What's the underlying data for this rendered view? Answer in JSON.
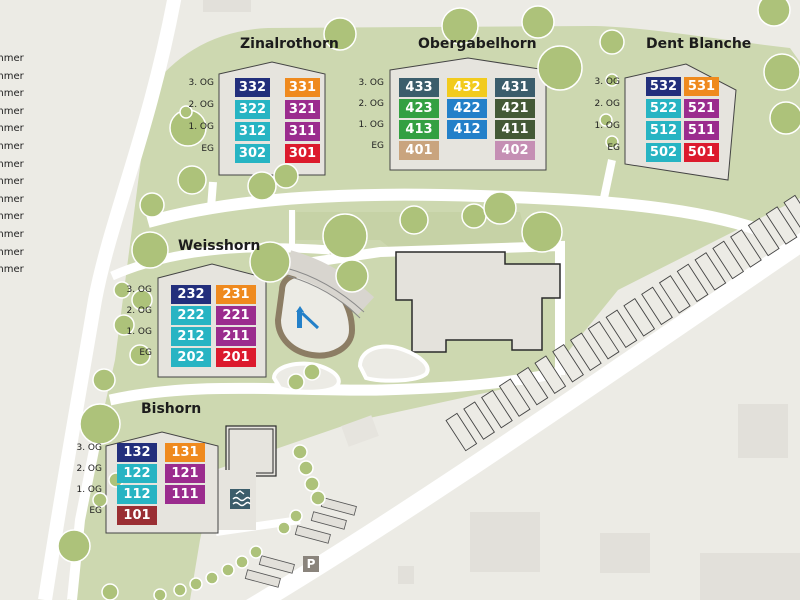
{
  "colors": {
    "meadow": "#cdd8b0",
    "path": "#ffffff",
    "building": "#e6e4de",
    "tree": "#adc27a",
    "slate": "#3b5d6b",
    "navy": "#232f7c",
    "orange": "#ef8a1e",
    "yellow": "#f2cb1d",
    "teal": "#27b4c3",
    "purple": "#9b2c8e",
    "green": "#33a042",
    "blue": "#2380c9",
    "darkgreen": "#445936",
    "red": "#dc1a2d",
    "tan": "#c9a47e",
    "mauve": "#c58fb4",
    "maroon": "#9a2e33"
  },
  "legend": [
    "mmer",
    "mmer",
    "mmer",
    "mmer",
    "mmer",
    "mmer",
    "mmer",
    "mmer",
    "mmer",
    "mmer",
    "mmer",
    "mmer",
    "mmer"
  ],
  "buildings": {
    "zinalrothorn": {
      "name": "Zinalrothorn",
      "floors": [
        "3. OG",
        "2. OG",
        "1. OG",
        "EG"
      ],
      "units": [
        [
          "332",
          "331"
        ],
        [
          "322",
          "321"
        ],
        [
          "312",
          "311"
        ],
        [
          "302",
          "301"
        ]
      ]
    },
    "obergabelhorn": {
      "name": "Obergabelhorn",
      "floors": [
        "3. OG",
        "2. OG",
        "1. OG",
        "EG"
      ],
      "units": [
        [
          "433",
          "432",
          "431"
        ],
        [
          "423",
          "422",
          "421"
        ],
        [
          "413",
          "412",
          "411"
        ],
        [
          "401",
          "402"
        ]
      ]
    },
    "dent_blanche": {
      "name": "Dent Blanche",
      "floors": [
        "3. OG",
        "2. OG",
        "1. OG",
        "EG"
      ],
      "units": [
        [
          "532",
          "531"
        ],
        [
          "522",
          "521"
        ],
        [
          "512",
          "511"
        ],
        [
          "502",
          "501"
        ]
      ]
    },
    "weisshorn": {
      "name": "Weisshorn",
      "floors": [
        "3. OG",
        "2. OG",
        "1. OG",
        "EG"
      ],
      "units": [
        [
          "232",
          "231"
        ],
        [
          "222",
          "221"
        ],
        [
          "212",
          "211"
        ],
        [
          "202",
          "201"
        ]
      ]
    },
    "bishorn": {
      "name": "Bishorn",
      "floors": [
        "3. OG",
        "2. OG",
        "1. OG",
        "EG"
      ],
      "units": [
        [
          "132",
          "131"
        ],
        [
          "122",
          "121"
        ],
        [
          "112",
          "111"
        ],
        [
          "101"
        ]
      ]
    }
  },
  "parking_label": "P"
}
